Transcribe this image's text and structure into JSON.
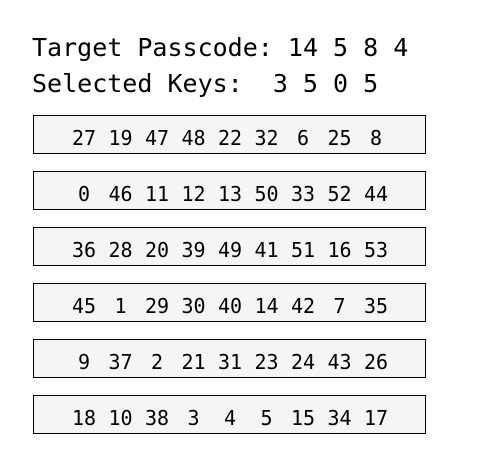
{
  "header": {
    "target_label": "Target Passcode:",
    "target_code": "14 5 8 4",
    "selected_label": "Selected Keys:",
    "selected_code": "3 5 0 5"
  },
  "keypad": {
    "rows": [
      [
        "27",
        "19",
        "47",
        "48",
        "22",
        "32",
        "6",
        "25",
        "8"
      ],
      [
        "0",
        "46",
        "11",
        "12",
        "13",
        "50",
        "33",
        "52",
        "44"
      ],
      [
        "36",
        "28",
        "20",
        "39",
        "49",
        "41",
        "51",
        "16",
        "53"
      ],
      [
        "45",
        "1",
        "29",
        "30",
        "40",
        "14",
        "42",
        "7",
        "35"
      ],
      [
        "9",
        "37",
        "2",
        "21",
        "31",
        "23",
        "24",
        "43",
        "26"
      ],
      [
        "18",
        "10",
        "38",
        "3",
        "4",
        "5",
        "15",
        "34",
        "17"
      ]
    ]
  }
}
